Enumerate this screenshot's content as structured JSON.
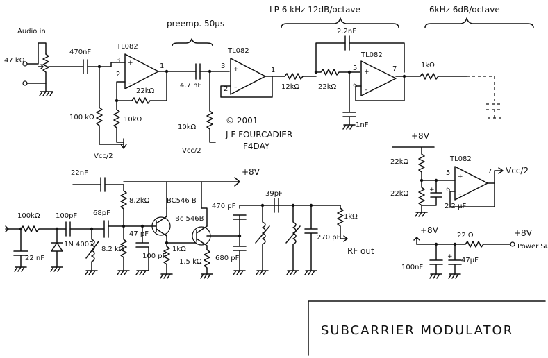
{
  "labels": {
    "audio_in": "Audio in",
    "pot_47k": "47 kΩ",
    "c_470n": "470nF",
    "tl082_a": "TL082",
    "pin3_a": "3",
    "pin2_a": "2",
    "pin1_a": "1",
    "r_22k_fb": "22kΩ",
    "r_100k": "100 kΩ",
    "r_10k_a": "10kΩ",
    "vcc2_a": "Vcc/2",
    "preemp": "preemp. 50μs",
    "c_47n": "4.7 nF",
    "r_10k_b": "10kΩ",
    "vcc2_b": "Vcc/2",
    "tl082_b": "TL082",
    "pin3_b": "3",
    "pin2_b": "2",
    "pin1_b": "1",
    "copyright": "© 2001",
    "author": "J F FOURCADIER",
    "callsign": "F4DAY",
    "lp_filter": "LP 6 kHz 12dB/octave",
    "c_22n_fb": "2.2nF",
    "tl082_c": "TL082",
    "pin5_c": "5",
    "pin6_c": "6",
    "pin7_c": "7",
    "r_12k": "12kΩ",
    "r_22k_lp": "22kΩ",
    "c_1n": "1nF",
    "lp_6k": "6kHz 6dB/octave",
    "r_1k_out": "1kΩ",
    "plus8v_a": "+8V",
    "c_22n": "22nF",
    "r_100k_in": "100kΩ",
    "c_100p": "100pF",
    "c_68p": "68pF",
    "diode": "1N 4007",
    "c_22n_b": "22 nF",
    "r_82k_pot": "8.2 kΩ",
    "c_47p": "47 pF",
    "c_100p_b": "100 pF",
    "r_82k": "8.2kΩ",
    "bc546_a": "BC546 B",
    "bc546_b": "Bc 546B",
    "c_470p": "470 pF",
    "r_1k_e": "1kΩ",
    "r_15k": "1.5 kΩ",
    "c_680p": "680 pF",
    "c_39p": "39pF",
    "c_270p": "270 pF",
    "r_1k_rf": "1kΩ",
    "rf_out": "RF out",
    "plus8v_b": "+8V",
    "r_22k_d1": "22kΩ",
    "r_22k_d2": "22kΩ",
    "tl082_d": "TL082",
    "pin5_d": "5",
    "pin6_d": "6",
    "pin7_d": "7",
    "vcc2_out": "Vcc/2",
    "c_22u": "2.2 μF",
    "plus8v_c": "+8V",
    "r_22ohm": "22 Ω",
    "plus8v_d": "+8V",
    "power_supply": "Power Supply",
    "c_100n": "100nF",
    "c_47u": "47μF",
    "title": "SUBCARRIER MODULATOR"
  }
}
